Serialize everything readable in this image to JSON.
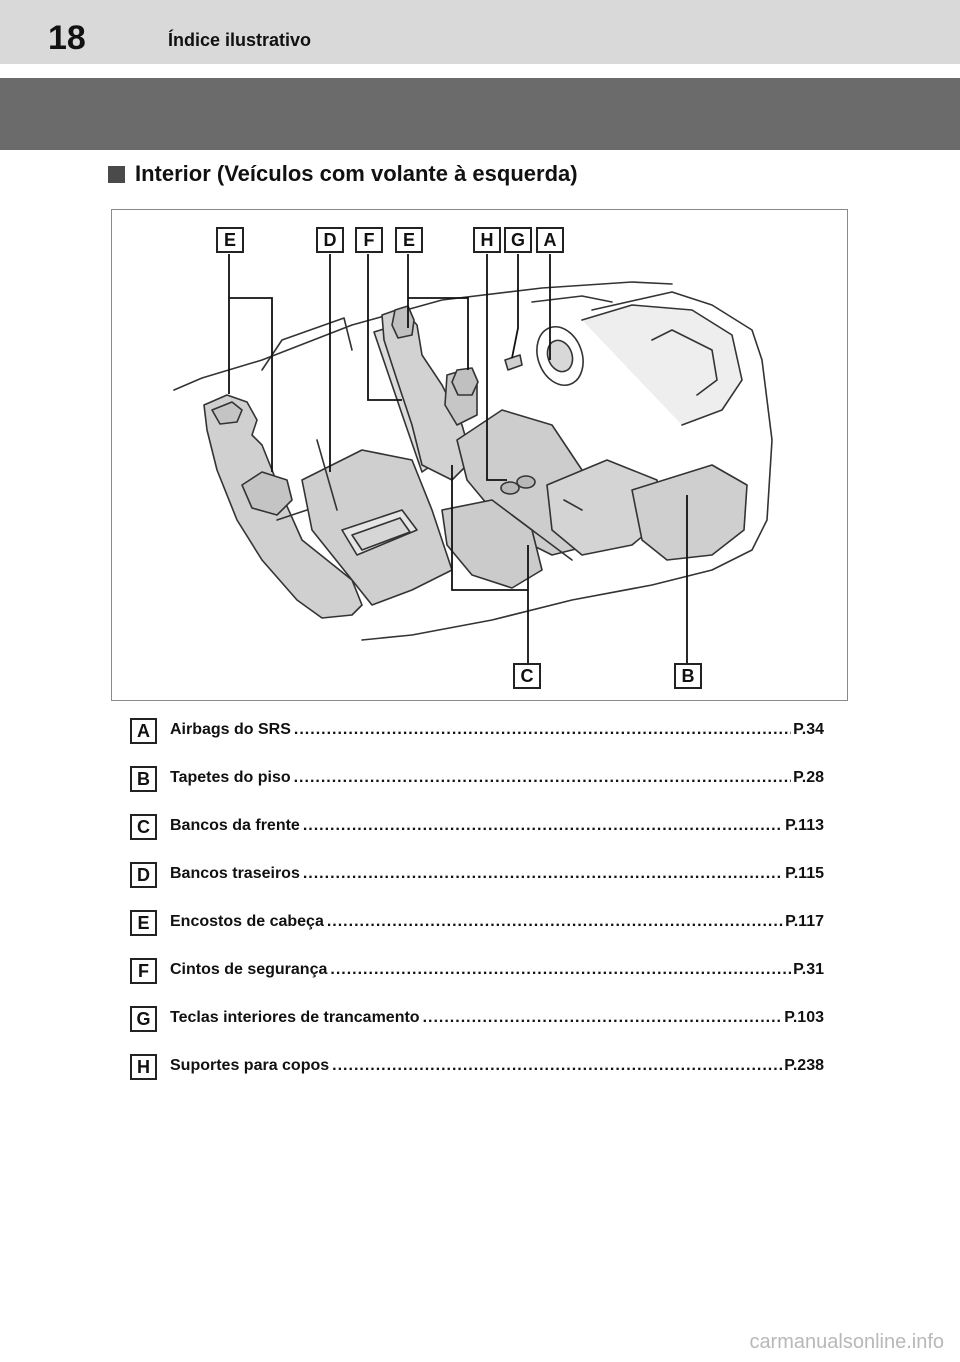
{
  "header": {
    "page_number": "18",
    "chapter_title": "Índice ilustrativo"
  },
  "section": {
    "heading": "Interior (Veículos com volante à esquerda)"
  },
  "figure": {
    "callouts": [
      "E",
      "D",
      "F",
      "E",
      "H",
      "G",
      "A",
      "C",
      "B"
    ]
  },
  "legend": [
    {
      "letter": "A",
      "label": "Airbags do SRS",
      "page": "P.34"
    },
    {
      "letter": "B",
      "label": "Tapetes do piso",
      "page": "P.28"
    },
    {
      "letter": "C",
      "label": "Bancos da frente",
      "page": "P.113"
    },
    {
      "letter": "D",
      "label": "Bancos traseiros",
      "page": "P.115"
    },
    {
      "letter": "E",
      "label": "Encostos de cabeça",
      "page": "P.117"
    },
    {
      "letter": "F",
      "label": "Cintos de segurança",
      "page": "P.31"
    },
    {
      "letter": "G",
      "label": "Teclas interiores de trancamento",
      "page": "P.103"
    },
    {
      "letter": "H",
      "label": "Suportes para copos",
      "page": "P.238"
    }
  ],
  "footer": {
    "watermark": "carmanualsonline.info"
  }
}
